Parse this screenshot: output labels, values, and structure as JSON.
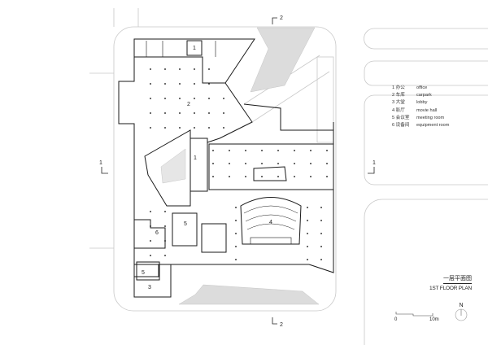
{
  "plan": {
    "room_labels": [
      "1",
      "2",
      "1",
      "4",
      "5",
      "6",
      "5",
      "3"
    ],
    "section_marks": {
      "top": "2",
      "bottom": "2",
      "left": "1",
      "right": "1"
    }
  },
  "legend": [
    {
      "num": "1 办公",
      "name": "office"
    },
    {
      "num": "2 车库",
      "name": "carpark"
    },
    {
      "num": "3 大堂",
      "name": "lobby"
    },
    {
      "num": "4 影厅",
      "name": "movie hall"
    },
    {
      "num": "5 会议室",
      "name": "meeting room"
    },
    {
      "num": "6 设备间",
      "name": "equipment room"
    }
  ],
  "title": {
    "cn": "一层平面图",
    "en": "1ST FLOOR PLAN"
  },
  "scale": {
    "start": "0",
    "end": "10m"
  },
  "north": "N",
  "colors": {
    "wall": "#1a1a1a",
    "site": "#c8c8c8",
    "hatch": "#d9d9d9"
  }
}
